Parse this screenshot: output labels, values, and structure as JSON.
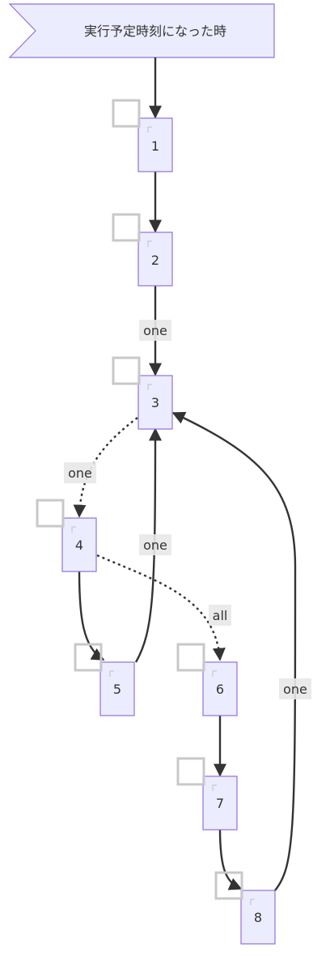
{
  "diagram": {
    "trigger_label": "実行予定時刻になった時",
    "nodes": [
      {
        "id": "1",
        "label": "1"
      },
      {
        "id": "2",
        "label": "2"
      },
      {
        "id": "3",
        "label": "3"
      },
      {
        "id": "4",
        "label": "4"
      },
      {
        "id": "5",
        "label": "5"
      },
      {
        "id": "6",
        "label": "6"
      },
      {
        "id": "7",
        "label": "7"
      },
      {
        "id": "8",
        "label": "8"
      }
    ],
    "edges": [
      {
        "from": "trigger",
        "to": "1",
        "label": "",
        "style": "solid"
      },
      {
        "from": "1",
        "to": "2",
        "label": "",
        "style": "solid"
      },
      {
        "from": "2",
        "to": "3",
        "label": "one",
        "style": "solid"
      },
      {
        "from": "3",
        "to": "4",
        "label": "one",
        "style": "dotted"
      },
      {
        "from": "4",
        "to": "5",
        "label": "",
        "style": "solid"
      },
      {
        "from": "5",
        "to": "3",
        "label": "one",
        "style": "solid"
      },
      {
        "from": "4",
        "to": "6",
        "label": "all",
        "style": "dotted"
      },
      {
        "from": "6",
        "to": "7",
        "label": "",
        "style": "solid"
      },
      {
        "from": "7",
        "to": "8",
        "label": "",
        "style": "solid"
      },
      {
        "from": "8",
        "to": "3",
        "label": "one",
        "style": "solid"
      }
    ],
    "colors": {
      "node_fill": "#ECECFF",
      "node_stroke": "#9370DB",
      "edge": "#333333",
      "label_background": "#e8e8e8",
      "checkbox": "#c8c8c8"
    }
  }
}
